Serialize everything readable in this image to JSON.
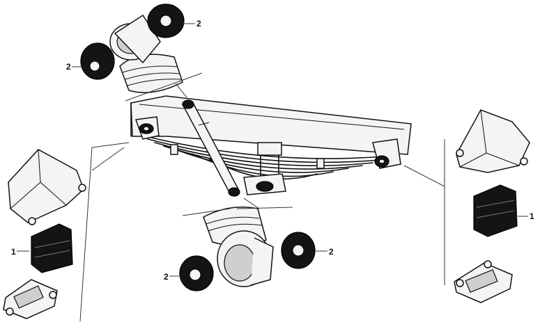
{
  "callouts": {
    "top_right_bushing": "2",
    "top_left_bushing": "2",
    "left_pad": "1",
    "right_pad": "1",
    "bottom_left_bushing": "2",
    "bottom_right_bushing": "2"
  }
}
